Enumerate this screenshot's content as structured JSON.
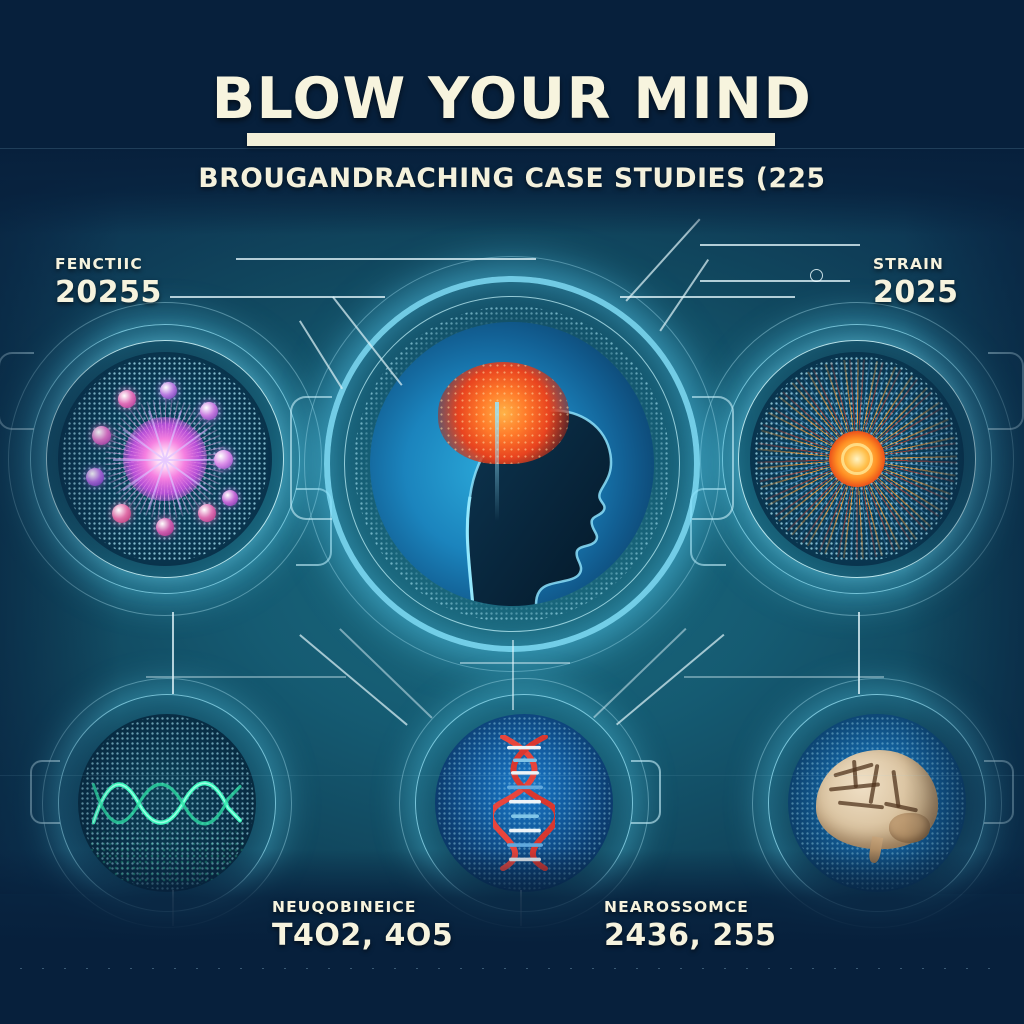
{
  "meta": {
    "background_color": "#092543",
    "accent_cyan": "#6fd8f2",
    "cream": "#f6f3de",
    "deep_navy": "#07203c"
  },
  "header": {
    "title": "BLOW YOUR MIND",
    "subtitle": "BROUGANDRACHING CASE STUDIES (225"
  },
  "callouts": [
    {
      "id": "top-left",
      "label": "FENCTIIC",
      "value": "20255"
    },
    {
      "id": "top-right",
      "label": "STRAIN",
      "value": "2025"
    },
    {
      "id": "bottom-left",
      "label": "NEUQOBINEICE",
      "value": "T4O2, 4O5"
    },
    {
      "id": "bottom-mid",
      "label": "NEAROSSOMCE",
      "value": "2436, 255"
    }
  ],
  "nodes": [
    {
      "id": "center",
      "icon": "human-head-brain-icon",
      "caption": "Human head profile with glowing neural brain",
      "accent": "#ff7a2a"
    },
    {
      "id": "top-left",
      "icon": "neuron-burst-icon",
      "caption": "Pink neural burst with synaptic nodes",
      "accent": "#e46ad4"
    },
    {
      "id": "top-right",
      "icon": "energy-starburst-icon",
      "caption": "Orange energy starburst",
      "accent": "#ff8a1f"
    },
    {
      "id": "bottom-left",
      "icon": "green-dna-wave-icon",
      "caption": "Green glowing DNA waveform",
      "accent": "#2ff0a8"
    },
    {
      "id": "bottom-mid",
      "icon": "dna-helix-icon",
      "caption": "Red and blue DNA double helix",
      "accent": "#e0453f"
    },
    {
      "id": "bottom-right",
      "icon": "anatomical-brain-icon",
      "caption": "Anatomical human brain",
      "accent": "#d9bc92"
    }
  ]
}
